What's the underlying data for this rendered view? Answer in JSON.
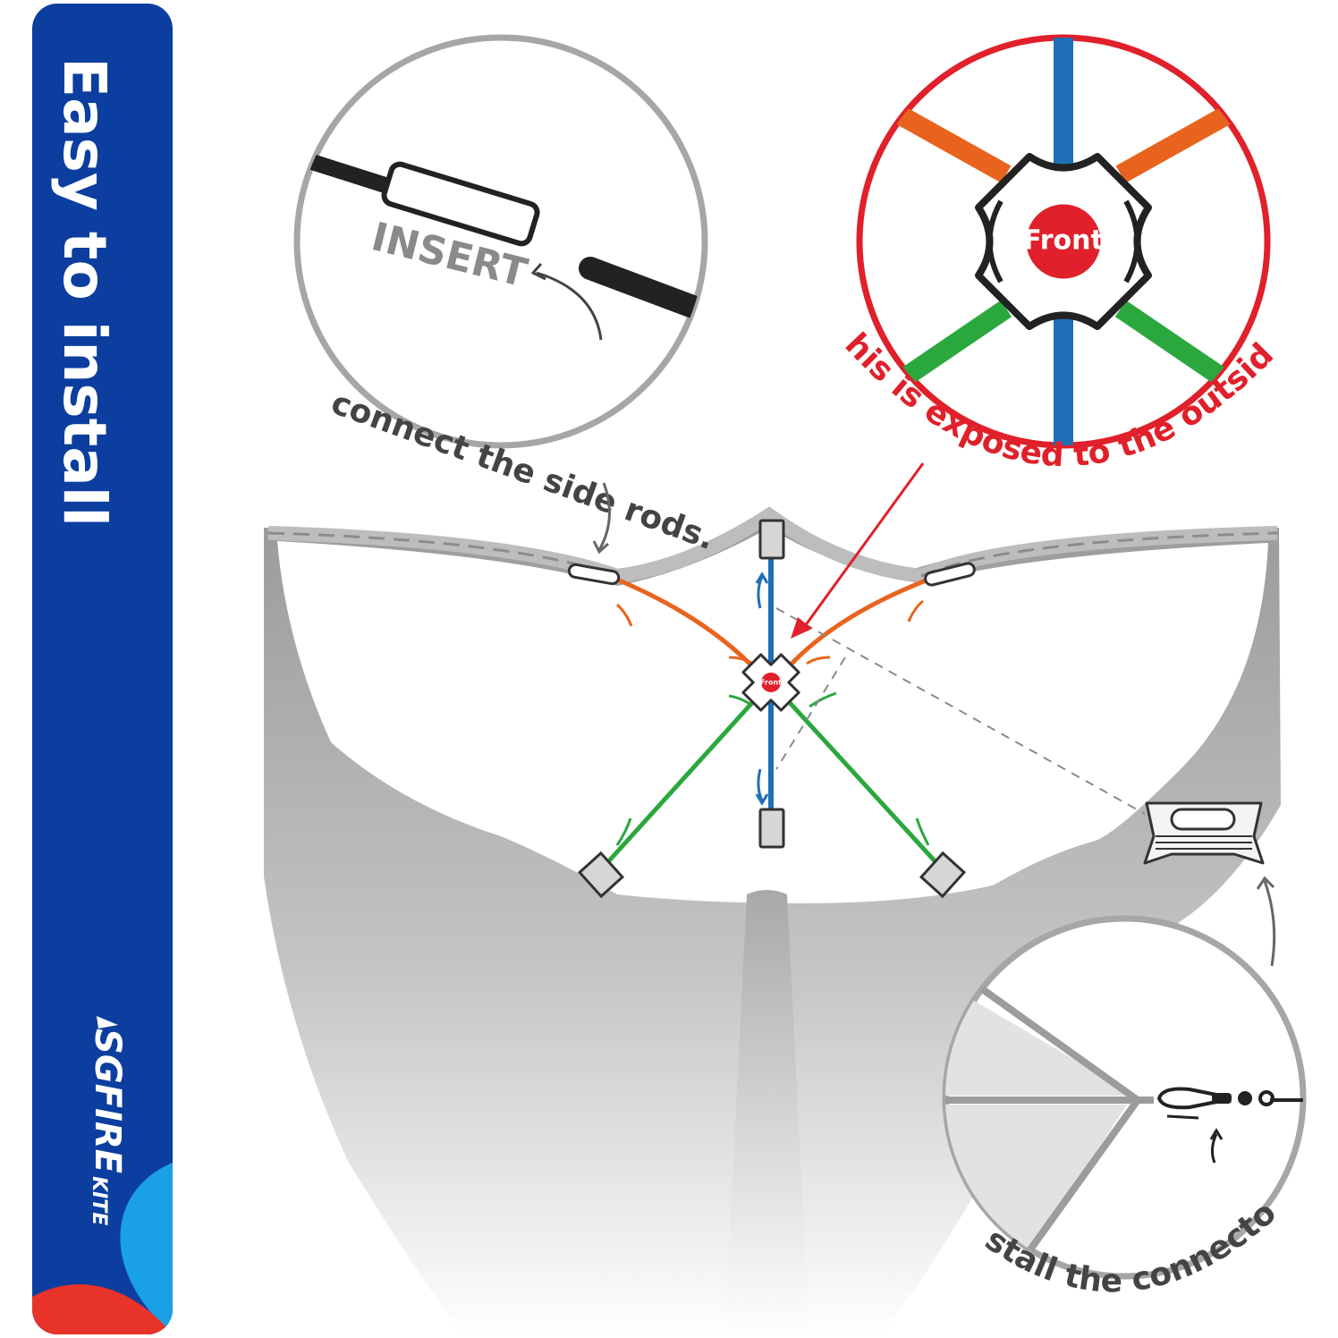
{
  "banner": {
    "title": "Easy to install",
    "brand_name": "SGFIRE",
    "brand_sub": "KITE",
    "colors": {
      "main": "#0b3e9e",
      "light": "#1aa0e6",
      "accent": "#e8332a"
    }
  },
  "callouts": {
    "side_rods": {
      "caption": "connect the side rods.",
      "insert_label": "INSERT"
    },
    "front": {
      "caption": "This is exposed to the outside!",
      "badge": "Front"
    },
    "connector": {
      "caption": "Install the connector."
    }
  },
  "connector_hub": {
    "badge": "Front"
  },
  "rod_colors": {
    "vertical": "#1f6fb8",
    "upper": "#e8641e",
    "lower": "#2aa83e",
    "warning": "#e0202a"
  },
  "icons": [
    "arrow-icon",
    "connector-piece-icon",
    "swivel-clip-icon",
    "logo-icon"
  ]
}
